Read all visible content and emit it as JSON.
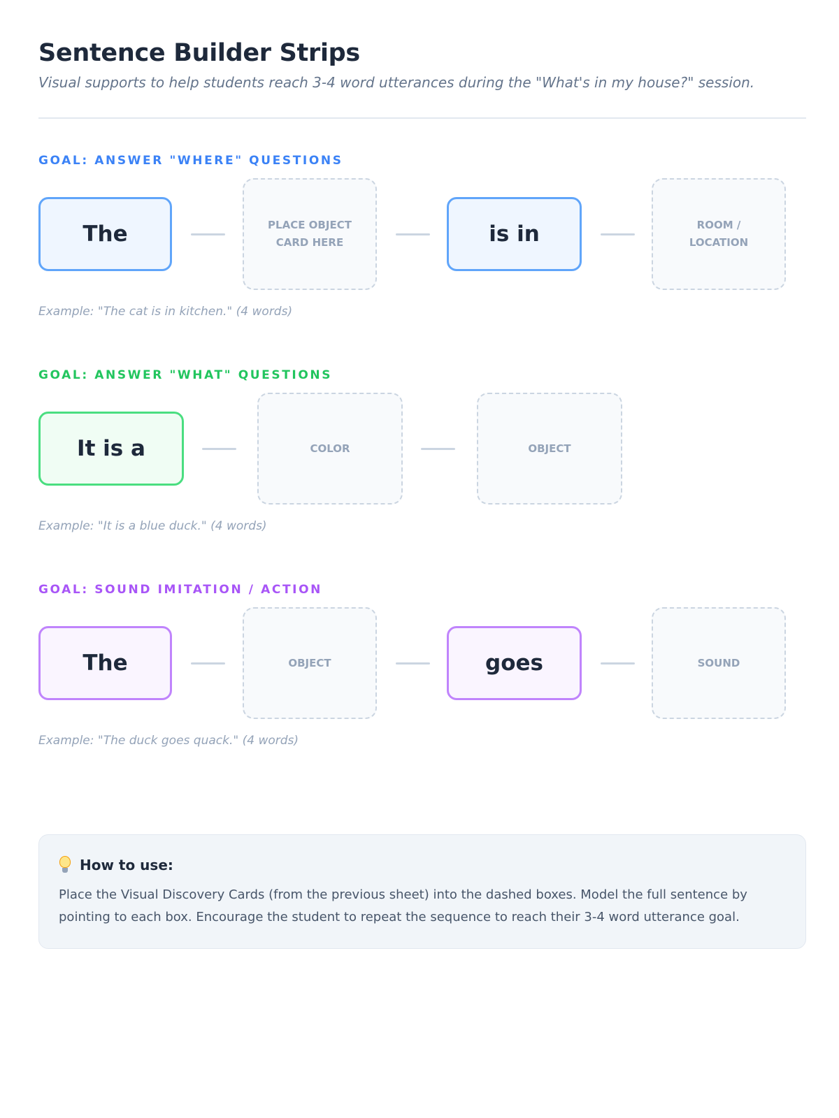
{
  "header": {
    "title": "Sentence Builder Strips",
    "subtitle": "Visual supports to help students reach 3-4 word utterances during the \"What's in my house?\" session."
  },
  "sections": [
    {
      "goal": "Goal: Answer \"Where\" Questions",
      "color": "#3b82f6",
      "word1": "The",
      "slot1": "Place object card here",
      "word2": "is in",
      "slot2": "Room / Location",
      "example": "Example: \"The cat is in kitchen.\" (4 words)"
    },
    {
      "goal": "Goal: Answer \"What\" Questions",
      "color": "#22c55e",
      "word1": "It is a",
      "slot1": "Color",
      "slot2": "Object",
      "example": "Example: \"It is a blue duck.\" (4 words)"
    },
    {
      "goal": "Goal: Sound Imitation / Action",
      "color": "#a855f7",
      "word1": "The",
      "slot1": "Object",
      "word2": "goes",
      "slot2": "Sound",
      "example": "Example: \"The duck goes quack.\" (4 words)"
    }
  ],
  "tips": {
    "icon": "lightbulb-icon",
    "heading": "How to use:",
    "body": "Place the Visual Discovery Cards (from the previous sheet) into the dashed boxes. Model the full sentence by pointing to each box. Encourage the student to repeat the sequence to reach their 3-4 word utterance goal."
  }
}
